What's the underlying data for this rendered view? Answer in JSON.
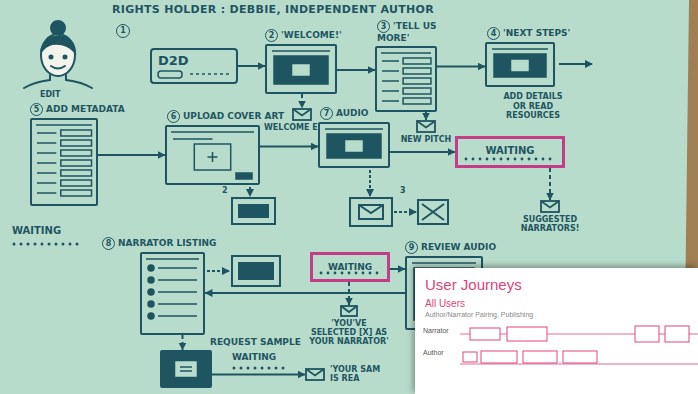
{
  "diagram": {
    "title": "RIGHTS HOLDER : DEBBIE, INDEPENDENT AUTHOR",
    "nodes": [
      {
        "text": [
          "D2D"
        ]
      },
      {
        "text": [
          "2",
          "'WELCOME!'"
        ]
      },
      {
        "text": [
          "WELCOME EMAIL"
        ]
      },
      {
        "text": [
          "3",
          "'TELL US MORE'"
        ]
      },
      {
        "text": [
          "NEW PITCH"
        ]
      },
      {
        "text": [
          "4",
          "'NEXT STEPS'"
        ]
      },
      {
        "text": [
          "5",
          "ADD METADATA"
        ]
      },
      {
        "text": [
          "6",
          "UPLOAD COVER ART"
        ]
      },
      {
        "text": [
          "7",
          "AUDIO"
        ]
      },
      {
        "text": [
          "WAITING"
        ]
      },
      {
        "text": [
          "SUGGESTED NARRATORS!"
        ]
      },
      {
        "text": [
          "8",
          "NARRATOR LISTING"
        ]
      },
      {
        "text": [
          "WAITING"
        ]
      },
      {
        "text": [
          "9",
          "REVIEW AUDIO"
        ]
      },
      {
        "text": [
          "'YOU'VE SELECTED [X] AS YOUR NARRATOR'"
        ]
      },
      {
        "text": [
          "REQUEST SAMPLE"
        ]
      },
      {
        "text": [
          "'YOUR SAM IS REA"
        ]
      },
      {
        "text": [
          "User Journeys",
          "All Users",
          "Author/Narrator Pairing, Publishing"
        ]
      }
    ],
    "edges": [
      {
        "from": 0,
        "to": 1,
        "arrow": "to"
      },
      {
        "from": 1,
        "to": 2,
        "arrow": "to"
      },
      {
        "from": 1,
        "to": 3,
        "arrow": "to"
      },
      {
        "from": 3,
        "to": 4,
        "arrow": "to"
      },
      {
        "from": 3,
        "to": 5,
        "arrow": "to"
      },
      {
        "from": 6,
        "to": 7,
        "arrow": "to"
      },
      {
        "from": 7,
        "to": 8,
        "arrow": "to"
      },
      {
        "from": 8,
        "to": 9,
        "arrow": "to"
      },
      {
        "from": 9,
        "to": 10,
        "arrow": "to"
      },
      {
        "from": 11,
        "to": 15,
        "arrow": "to"
      },
      {
        "from": 12,
        "to": 14,
        "arrow": "to"
      },
      {
        "from": 12,
        "to": 13,
        "arrow": "to"
      },
      {
        "from": 13,
        "to": 11,
        "arrow": "to"
      },
      {
        "from": 15,
        "to": 16,
        "arrow": "to"
      }
    ],
    "labels": [
      "1",
      "ADD DETAILS OR READ RESOURCES",
      "EDIT",
      "2",
      "3",
      "WAITING",
      "WAITING",
      "Narrator",
      "Author"
    ]
  }
}
